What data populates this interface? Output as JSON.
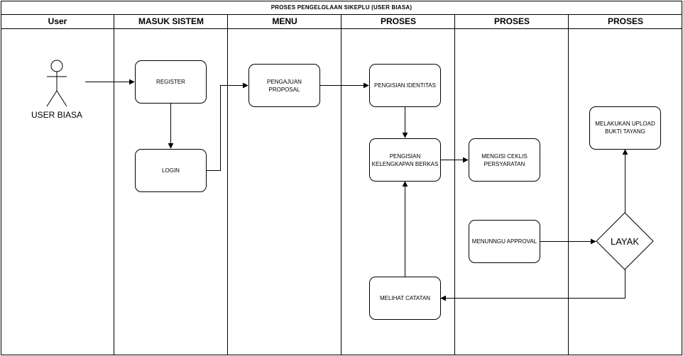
{
  "diagram": {
    "title": "PROSES PENGELOLAAN SIKEPLU (USER BIASA)",
    "lanes": [
      {
        "id": "lane-user",
        "label": "User"
      },
      {
        "id": "lane-masuk",
        "label": "MASUK SISTEM"
      },
      {
        "id": "lane-menu",
        "label": "MENU"
      },
      {
        "id": "lane-proses-1",
        "label": "PROSES"
      },
      {
        "id": "lane-proses-2",
        "label": "PROSES"
      },
      {
        "id": "lane-proses-3",
        "label": "PROSES"
      }
    ],
    "actor": {
      "label": "USER BIASA",
      "icon": "stick-figure-icon"
    },
    "nodes": {
      "register": "REGISTER",
      "login": "LOGIN",
      "pengajuan": "PENGAJUAN PROPOSAL",
      "identitas": "PENGISIAN IDENTITAS",
      "kelengkapan": "PENGISIAN KELENGKAPAN BERKAS",
      "ceklis": "MENGISI CEKLIS PERSYARATAN",
      "approval": "MENUNNGU APPROVAL",
      "catatan": "MELIHAT CATATAN",
      "upload": "MELAKUKAN UPLOAD BUKTI TAYANG",
      "layak": "LAYAK"
    },
    "edges": [
      {
        "from": "actor",
        "to": "register"
      },
      {
        "from": "register",
        "to": "login"
      },
      {
        "from": "login",
        "to": "pengajuan"
      },
      {
        "from": "pengajuan",
        "to": "identitas"
      },
      {
        "from": "identitas",
        "to": "kelengkapan"
      },
      {
        "from": "kelengkapan",
        "to": "ceklis"
      },
      {
        "from": "approval",
        "to": "layak"
      },
      {
        "from": "layak",
        "to": "upload"
      },
      {
        "from": "layak",
        "to": "catatan"
      },
      {
        "from": "catatan",
        "to": "kelengkapan"
      }
    ],
    "colors": {
      "stroke": "#000000",
      "fill": "#ffffff"
    }
  }
}
